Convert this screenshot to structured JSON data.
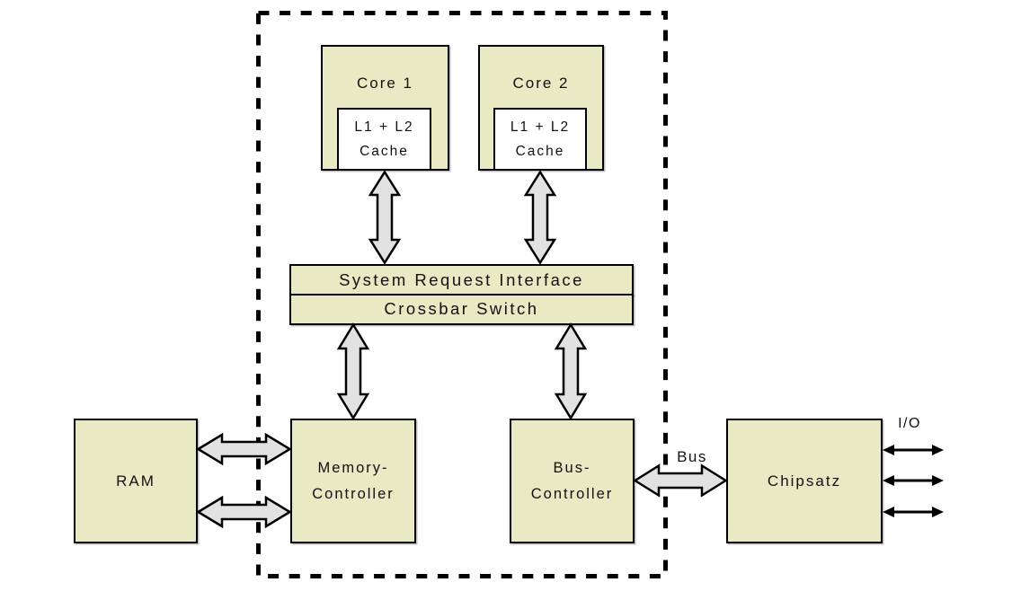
{
  "colors": {
    "background": "#ffffff",
    "box_fill": "#e9e9c4",
    "cache_fill": "#ffffff",
    "arrow_fill": "#e2e2e2",
    "stroke": "#000000"
  },
  "nodes": {
    "core1": {
      "label": "Core 1"
    },
    "core2": {
      "label": "Core 2"
    },
    "cache1": {
      "line1": "L1 + L2",
      "line2": "Cache"
    },
    "cache2": {
      "line1": "L1 + L2",
      "line2": "Cache"
    },
    "system_request_interface": {
      "label": "System Request Interface"
    },
    "crossbar_switch": {
      "label": "Crossbar Switch"
    },
    "ram": {
      "label": "RAM"
    },
    "memory_controller": {
      "line1": "Memory-",
      "line2": "Controller"
    },
    "bus_controller": {
      "line1": "Bus-",
      "line2": "Controller"
    },
    "chipset": {
      "label": "Chipsatz"
    }
  },
  "edge_labels": {
    "bus": "Bus",
    "io": "I/O"
  }
}
